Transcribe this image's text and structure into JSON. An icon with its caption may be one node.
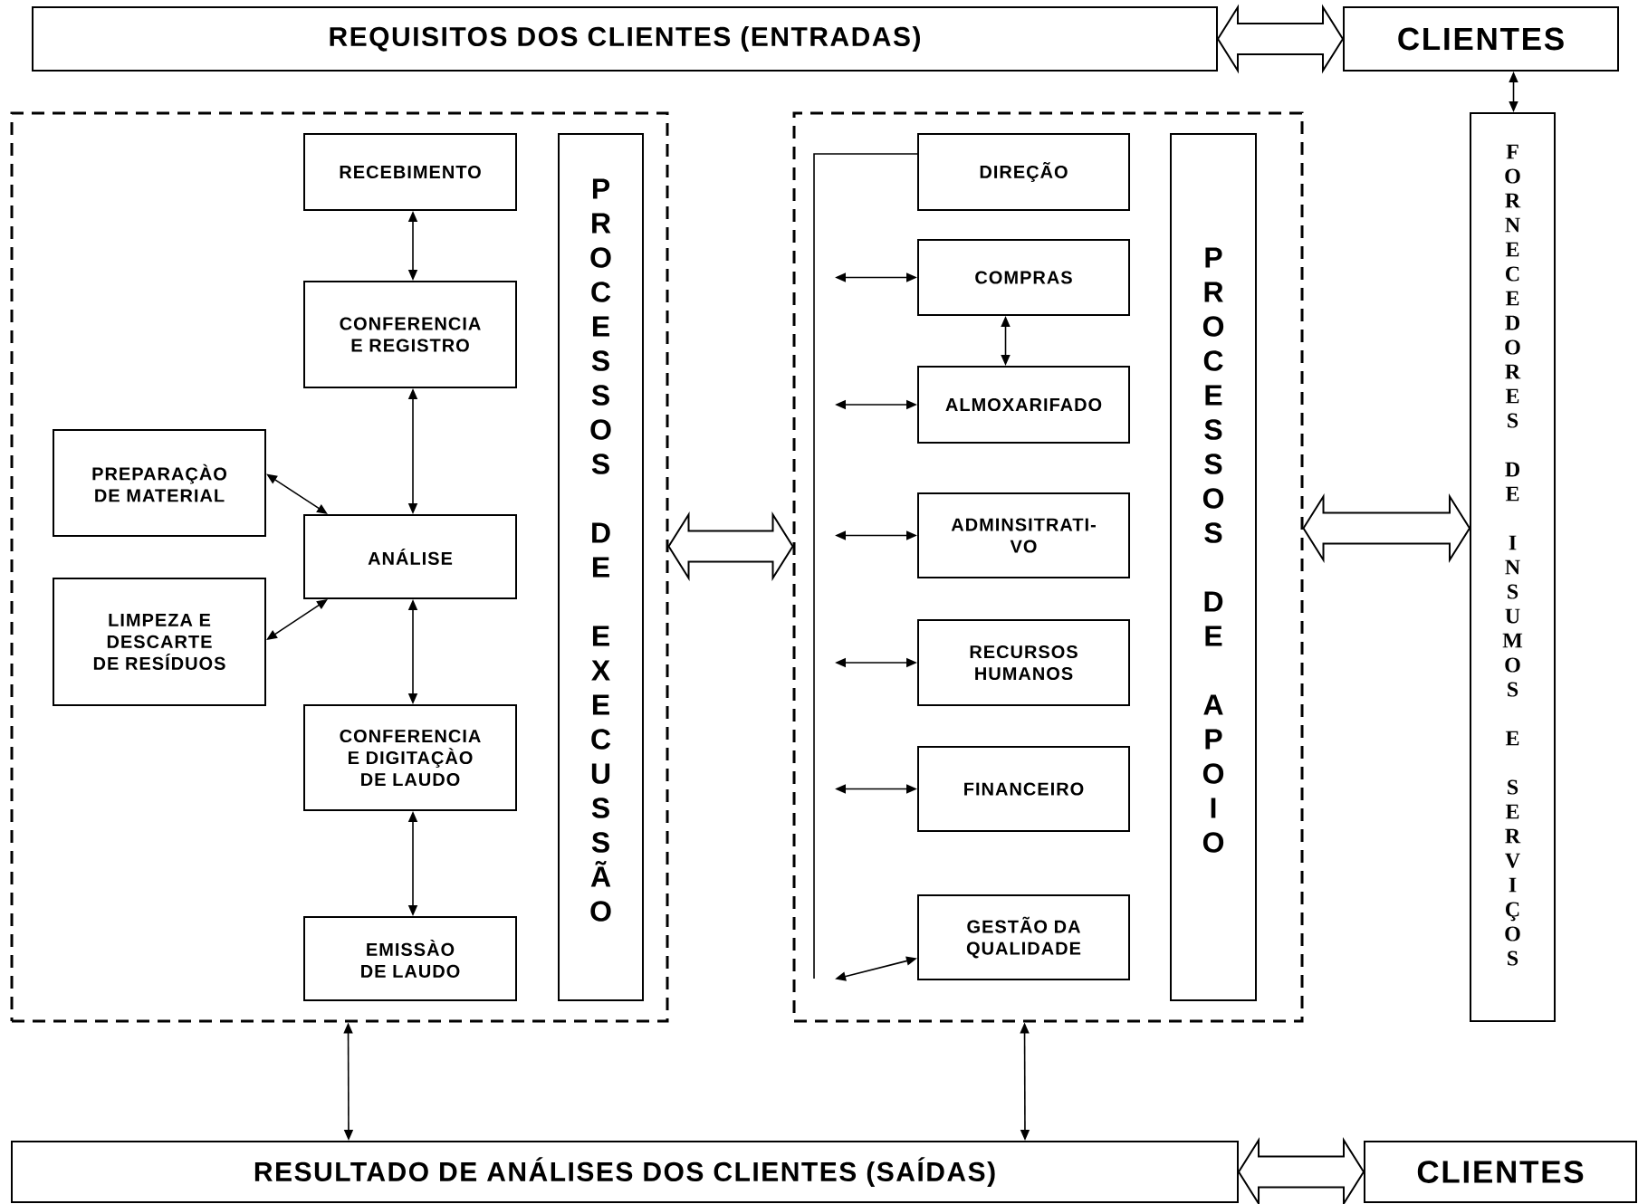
{
  "diagram": {
    "nodes": [
      {
        "text": [
          "REQUISITOS DOS CLIENTES (ENTRADAS)"
        ]
      },
      {
        "text": [
          "CLIENTES"
        ]
      },
      {
        "text": [],
        "shape": "box"
      },
      {
        "text": [
          "RECEBIMENTO"
        ],
        "in": 2
      },
      {
        "text": [
          "CONFERENCIA E REGISTRO"
        ],
        "in": 2
      },
      {
        "text": [
          "PREPARAÇÀO DE MATERIAL"
        ],
        "in": 2
      },
      {
        "text": [
          "ANÁLISE"
        ],
        "in": 2
      },
      {
        "text": [
          "LIMPEZA E DESCARTE DE RESÍDUOS"
        ],
        "in": 2
      },
      {
        "text": [
          "CONFERENCIA E DIGITAÇÀO DE LAUDO"
        ],
        "in": 2
      },
      {
        "text": [
          "EMISSÀO DE LAUDO"
        ],
        "in": 2
      },
      {
        "text": [
          "PROCESSOS DE EXECUSSÃO"
        ],
        "in": 2
      },
      {
        "text": [],
        "shape": "box"
      },
      {
        "text": [
          "DIREÇÃO"
        ],
        "in": 11
      },
      {
        "text": [
          "COMPRAS"
        ],
        "in": 11
      },
      {
        "text": [
          "ALMOXARIFADO"
        ],
        "in": 11
      },
      {
        "text": [
          "ADMINSITRATI-VO"
        ],
        "in": 11
      },
      {
        "text": [
          "RECURSOS HUMANOS"
        ],
        "in": 11
      },
      {
        "text": [
          "FINANCEIRO"
        ],
        "in": 11
      },
      {
        "text": [
          "GESTÃO DA QUALIDADE"
        ],
        "in": 11
      },
      {
        "text": [
          "PROCESSOS DE APOIO"
        ],
        "in": 11
      },
      {
        "text": [
          "FORNECEDORES DE INSUMOS E SERVIÇOS"
        ]
      },
      {
        "text": [
          "RESULTADO DE ANÁLISES DOS CLIENTES (SAÍDAS)"
        ]
      },
      {
        "text": [
          "CLIENTES"
        ]
      }
    ],
    "edges": [
      {
        "from": 0,
        "to": 1,
        "arrow": "both",
        "style": "thick"
      },
      {
        "from": 1,
        "to": 20,
        "arrow": "both"
      },
      {
        "from": 3,
        "to": 4,
        "arrow": "both"
      },
      {
        "from": 4,
        "to": 6,
        "arrow": "both"
      },
      {
        "from": 5,
        "to": 6,
        "arrow": "both"
      },
      {
        "from": 7,
        "to": 6,
        "arrow": "both"
      },
      {
        "from": 6,
        "to": 8,
        "arrow": "both"
      },
      {
        "from": 8,
        "to": 9,
        "arrow": "both"
      },
      {
        "from": 2,
        "to": 11,
        "arrow": "both",
        "style": "thick"
      },
      {
        "from": 12,
        "to": null,
        "arrow": "none"
      },
      {
        "from": null,
        "to": 13,
        "arrow": "both"
      },
      {
        "from": null,
        "to": 14,
        "arrow": "both"
      },
      {
        "from": null,
        "to": 15,
        "arrow": "both"
      },
      {
        "from": null,
        "to": 16,
        "arrow": "both"
      },
      {
        "from": null,
        "to": 17,
        "arrow": "both"
      },
      {
        "from": null,
        "to": 18,
        "arrow": "both"
      },
      {
        "from": 13,
        "to": 14,
        "arrow": "both"
      },
      {
        "from": 11,
        "to": 20,
        "arrow": "both",
        "style": "thick"
      },
      {
        "from": 2,
        "to": 21,
        "arrow": "both"
      },
      {
        "from": 11,
        "to": 21,
        "arrow": "both"
      },
      {
        "from": 21,
        "to": 22,
        "arrow": "both",
        "style": "thick"
      }
    ]
  }
}
